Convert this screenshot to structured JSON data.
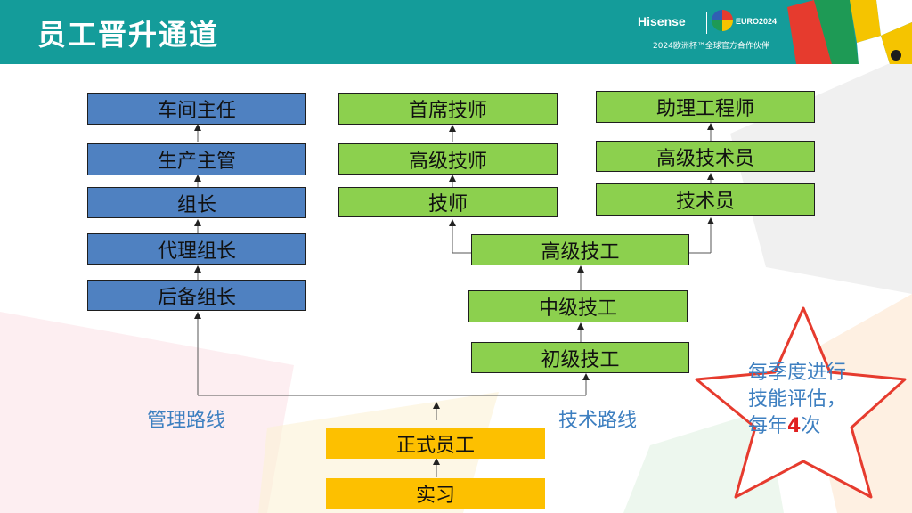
{
  "header": {
    "title": "员工晋升通道",
    "brand": "Hisense",
    "euro": "EURO2024",
    "partner": "2024欧洲杯™全球官方合作伙伴"
  },
  "management": {
    "label": "管理路线",
    "levels": [
      "车间主任",
      "生产主管",
      "组长",
      "代理组长",
      "后备组长"
    ]
  },
  "technician": {
    "levels": [
      "首席技师",
      "高级技师",
      "技师"
    ]
  },
  "engineer": {
    "levels": [
      "助理工程师",
      "高级技术员",
      "技术员"
    ]
  },
  "technical": {
    "label": "技术路线",
    "levels": [
      "高级技工",
      "中级技工",
      "初级技工"
    ]
  },
  "entry": {
    "formal": "正式员工",
    "intern": "实习"
  },
  "note": {
    "text": "每季度进行技能评估，每年",
    "count": "4",
    "suffix": "次"
  },
  "colors": {
    "header": "#149c9a",
    "management": "#4f81c1",
    "technical": "#8cd04e",
    "entry": "#fdc000",
    "label": "#3d7fc0",
    "star_border": "#e63b2e"
  }
}
